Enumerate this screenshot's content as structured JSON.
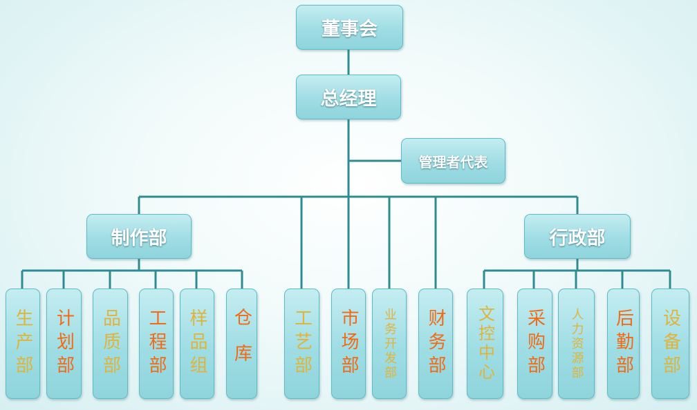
{
  "board": "董事会",
  "gm": "总经理",
  "mgmt_rep": "管理者代表",
  "production_dept": "制作部",
  "admin_dept": "行政部",
  "production_units": [
    {
      "label": "生产部",
      "color": "#dfb43c"
    },
    {
      "label": "计划部",
      "color": "#f16a16"
    },
    {
      "label": "品质部",
      "color": "#dfb43c"
    },
    {
      "label": "工程部",
      "color": "#f16a16"
    },
    {
      "label": "样品组",
      "color": "#dfb43c"
    },
    {
      "label": "仓库",
      "color": "#f16a16"
    }
  ],
  "direct_units": [
    {
      "label": "工艺部",
      "color": "#dfb43c"
    },
    {
      "label": "市场部",
      "color": "#f16a16"
    },
    {
      "label": "业务开发部",
      "color": "#dfb43c"
    },
    {
      "label": "财务部",
      "color": "#f16a16"
    }
  ],
  "admin_units": [
    {
      "label": "文控中心",
      "color": "#dfb43c"
    },
    {
      "label": "采购部",
      "color": "#f16a16"
    },
    {
      "label": "人力资源部",
      "color": "#dfb43c"
    },
    {
      "label": "后勤部",
      "color": "#f16a16"
    },
    {
      "label": "设备部",
      "color": "#dfb43c"
    }
  ],
  "colors": {
    "line": "#2e8b91",
    "box_border": "#5cbcc6",
    "gold": "#dfb43c",
    "orange": "#f16a16"
  }
}
